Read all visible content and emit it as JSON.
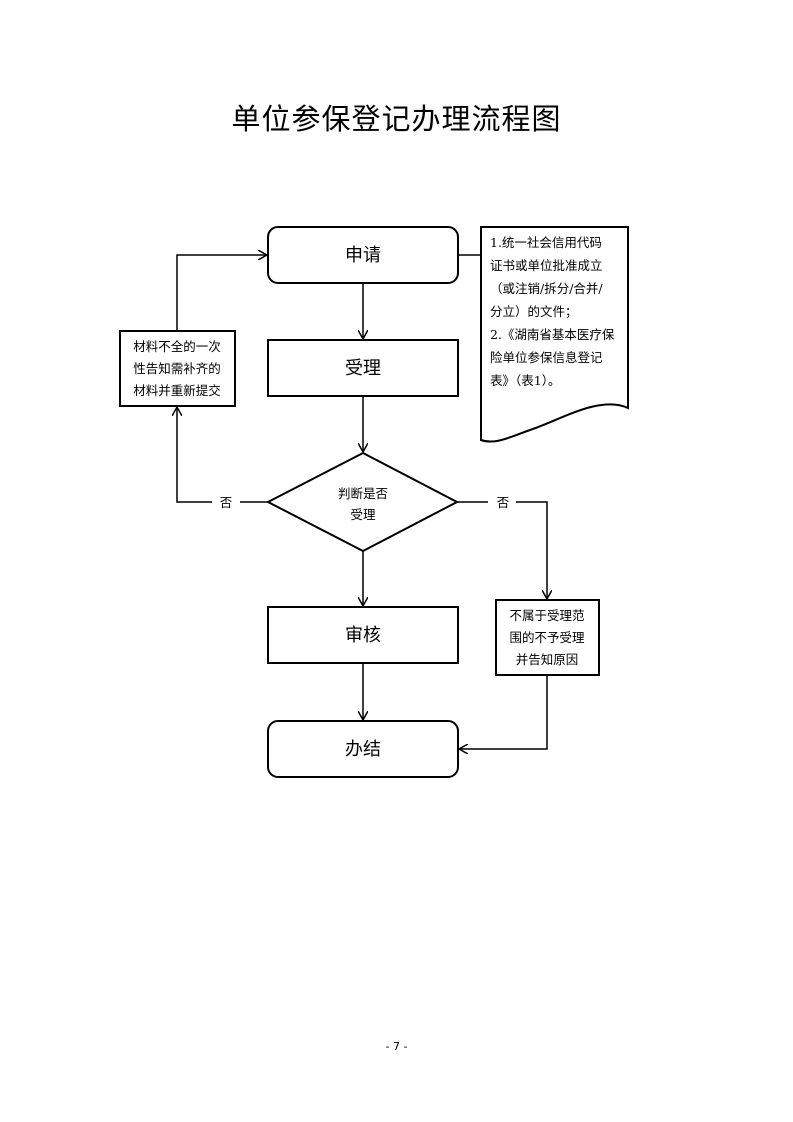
{
  "title": "单位参保登记办理流程图",
  "nodes": {
    "apply": "申请",
    "accept": "受理",
    "decision": [
      "判断是否",
      "受理"
    ],
    "review": "审核",
    "finish": "办结",
    "resubmit": [
      "材料不全的一次",
      "性告知需补齐的",
      "材料并重新提交"
    ],
    "reject": [
      "不属于受理范",
      "围的不予受理",
      "并告知原因"
    ],
    "documents": [
      "1.统一社会信用代码",
      "证书或单位批准成立",
      "（或注销/拆分/合并/",
      "分立）的文件；",
      "2.《湖南省基本医疗保",
      "险单位参保信息登记",
      "表》（表1）。"
    ]
  },
  "edge_labels": {
    "no_left": "否",
    "no_right": "否"
  },
  "page_number": "- 7 -"
}
